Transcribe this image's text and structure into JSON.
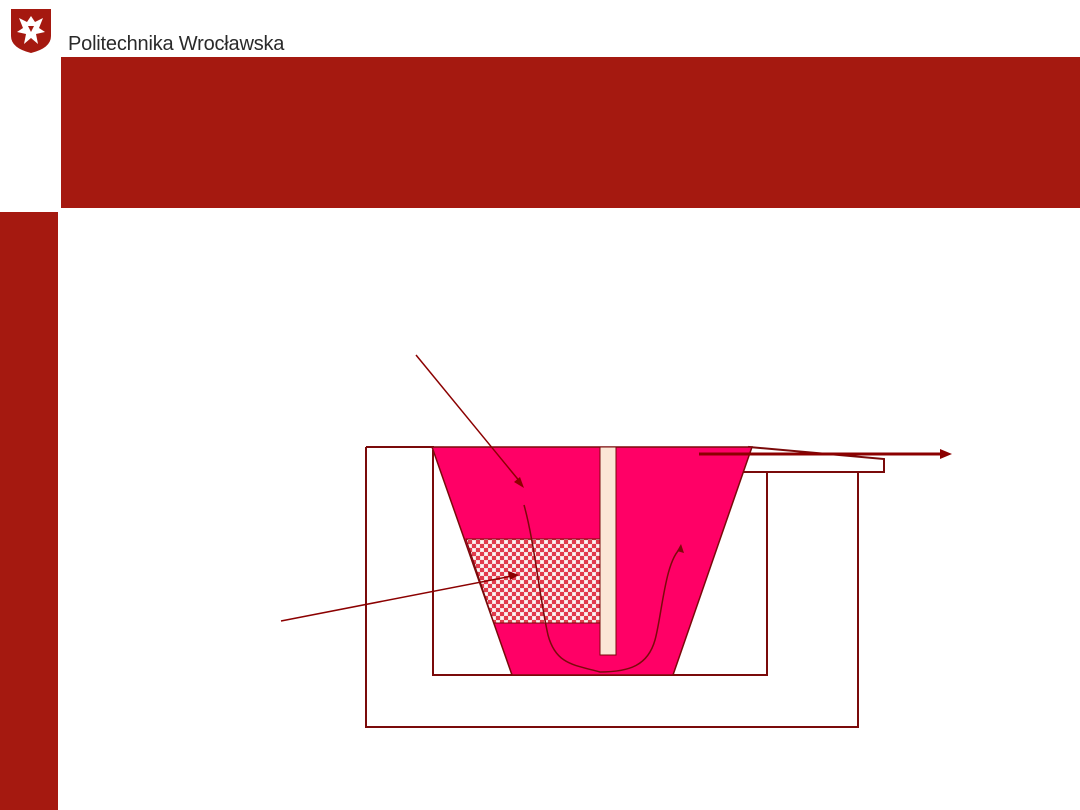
{
  "header": {
    "institution": "Politechnika Wrocławska",
    "logo_icon": "eagle-crest-icon"
  },
  "colors": {
    "brand_red": "#a51910",
    "liquid": "#ff0066",
    "rod": "#fbe6d6",
    "line": "#7a0a0a",
    "arrow": "#8b0000"
  },
  "diagram": {
    "elements": [
      "outer-vessel",
      "inner-vessel",
      "liquid-tapered-container",
      "patterned-insert",
      "vertical-rod",
      "outlet-spout",
      "flow-path",
      "outlet-arrow",
      "pointer-arrow-liquid",
      "pointer-arrow-insert"
    ]
  }
}
